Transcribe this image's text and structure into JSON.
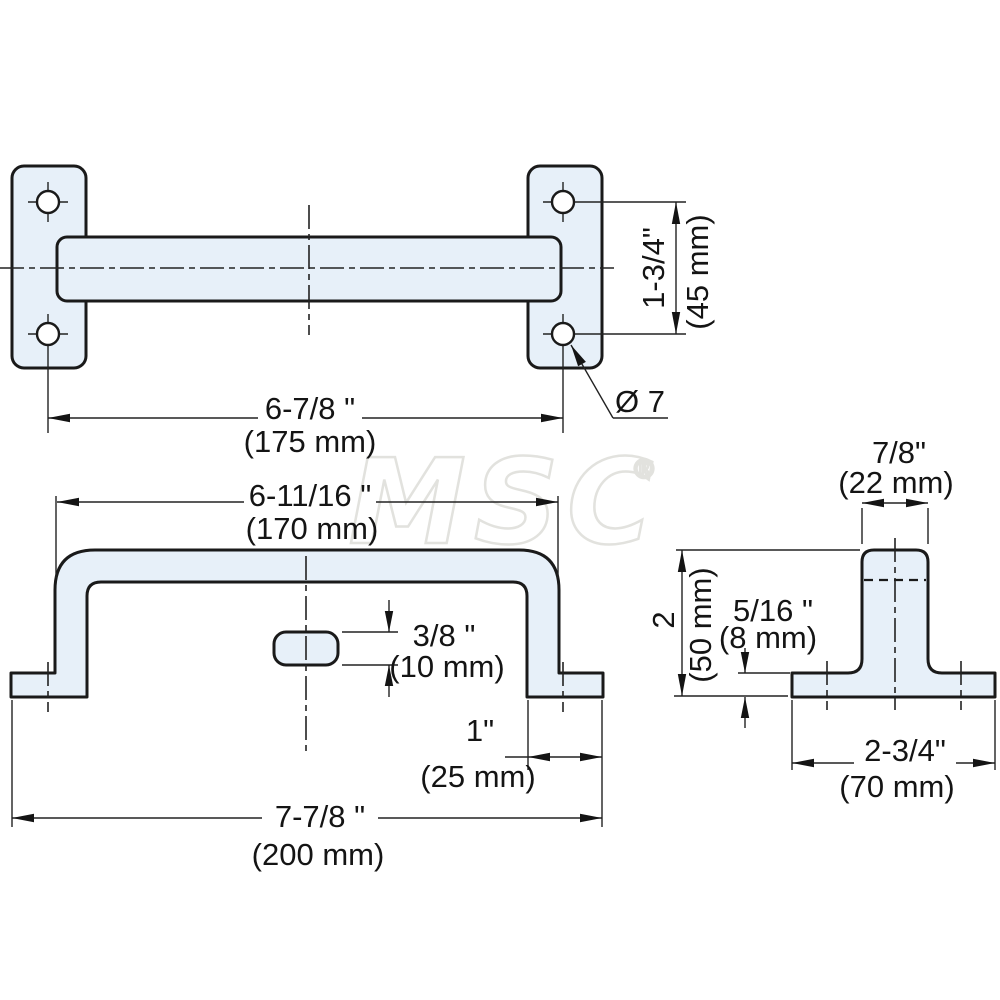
{
  "watermark": {
    "text": "MSC",
    "mark": "®"
  },
  "colors": {
    "part_fill": "#e7f0f9",
    "outline": "#1a1a1a",
    "thin_line": "#222222",
    "watermark": "#e2e2de"
  },
  "top_view": {
    "hole_span_in": "6-7/8 \"",
    "hole_span_mm": "(175 mm)",
    "hole_spacing_in": "1-3/4\"",
    "hole_spacing_mm": "(45 mm)",
    "hole_diameter": "Ø 7"
  },
  "front_view": {
    "handle_width_in": "6-11/16 \"",
    "handle_width_mm": "(170 mm)",
    "slot_in": "3/8 \"",
    "slot_mm": "(10 mm)",
    "foot_in": "1\"",
    "foot_mm": "(25 mm)",
    "overall_in": "7-7/8 \"",
    "overall_mm": "(200 mm)"
  },
  "side_view": {
    "post_in": "7/8\"",
    "post_mm": "(22 mm)",
    "height_in": "2",
    "height_mm": "(50 mm)",
    "base_thickness_in": "5/16 \"",
    "base_thickness_mm": "(8 mm)",
    "base_width_in": "2-3/4\"",
    "base_width_mm": "(70 mm)"
  }
}
